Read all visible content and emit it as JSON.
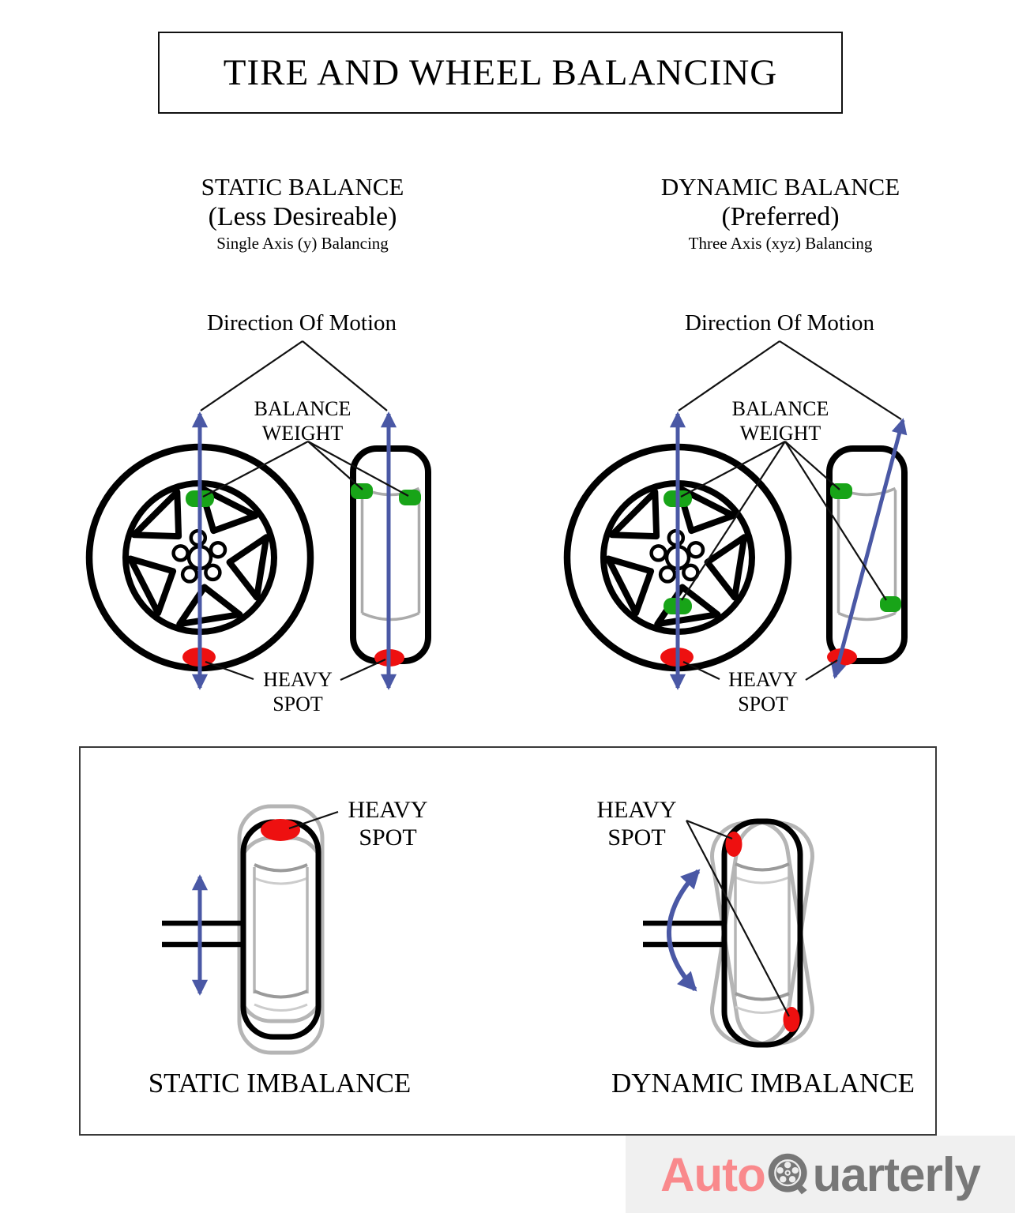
{
  "title": "TIRE AND WHEEL BALANCING",
  "columns": {
    "static": {
      "heading": "STATIC BALANCE",
      "subheading": "(Less Desireable)",
      "note": "Single Axis (y) Balancing",
      "direction_label": "Direction Of Motion",
      "balance_weight_label": "BALANCE WEIGHT",
      "heavy_spot_label": "HEAVY SPOT"
    },
    "dynamic": {
      "heading": "DYNAMIC BALANCE",
      "subheading": "(Preferred)",
      "note": "Three Axis (xyz) Balancing",
      "direction_label": "Direction Of Motion",
      "balance_weight_label": "BALANCE WEIGHT",
      "heavy_spot_label": "HEAVY SPOT"
    }
  },
  "bottom_panel": {
    "static": {
      "heavy_spot_label": "HEAVY SPOT",
      "caption": "STATIC IMBALANCE"
    },
    "dynamic": {
      "heavy_spot_label": "HEAVY SPOT",
      "caption": "DYNAMIC IMBALANCE"
    }
  },
  "logo": {
    "text_primary": "Auto",
    "text_secondary": "uarterly",
    "icon": "wheel-q-icon"
  },
  "colors": {
    "arrow_blue": "#4a58a5",
    "weight_green": "#18a418",
    "spot_red": "#ee1010",
    "ghost_gray": "#b5b5b5",
    "cyl_inner_gray": "#ababab",
    "logo_pink": "#f9898c",
    "logo_gray": "#777777",
    "logo_bg": "#f0f0f0"
  }
}
